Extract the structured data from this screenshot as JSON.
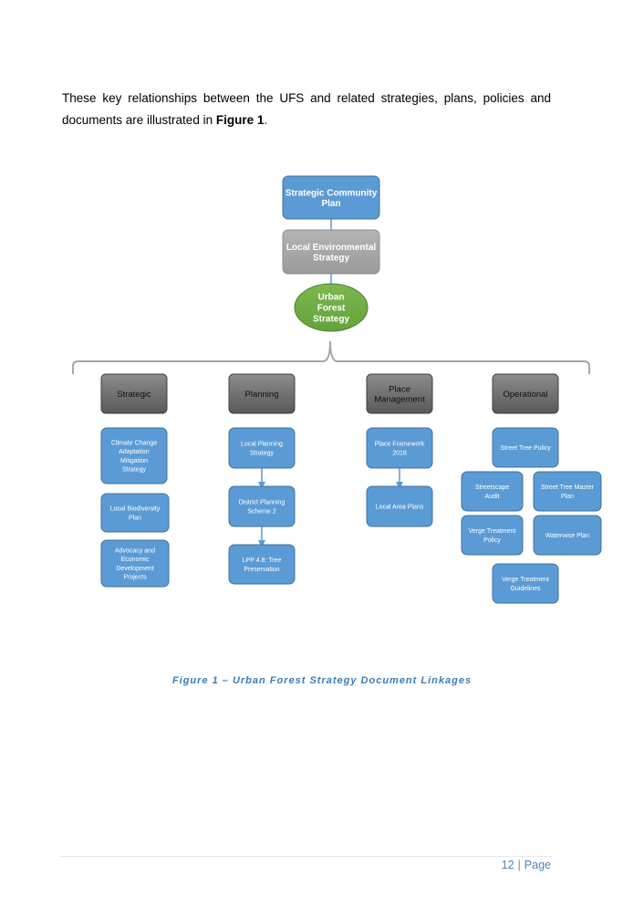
{
  "intro": {
    "text_before": "These key relationships between the UFS and related strategies, plans, policies and documents are illustrated in ",
    "figure_ref": "Figure 1",
    "text_after": "."
  },
  "diagram": {
    "top": {
      "community_plan": [
        "Strategic Community",
        "Plan"
      ],
      "environmental_strategy": [
        "Local Environmental",
        "Strategy"
      ],
      "urban_forest_strategy": [
        "Urban",
        "Forest",
        "Strategy"
      ]
    },
    "categories": {
      "strategic": [
        "Strategic"
      ],
      "planning": [
        "Planning"
      ],
      "place_management": [
        "Place",
        "Management"
      ],
      "operational": [
        "Operational"
      ]
    },
    "items": {
      "climate_change": [
        "Climate  Change",
        "Adaptation",
        "Mitigation",
        "Strategy"
      ],
      "local_biodiversity": [
        "Local Biodiversity",
        "Plan"
      ],
      "advocacy": [
        "Advocacy and",
        "Economic",
        "Development",
        "Projects"
      ],
      "local_planning_strategy": [
        "Local Planning",
        "Strategy"
      ],
      "district_planning_scheme": [
        "District Planning",
        "Scheme  2"
      ],
      "lpp_tree_preservation": [
        "LPP  4.8: Tree",
        "Preservation"
      ],
      "place_framework": [
        "Place  Framework",
        "2018"
      ],
      "local_area_plans": [
        "Local Area Plans"
      ],
      "street_tree_policy": [
        "Street Tree Policy"
      ],
      "streetscape_audit": [
        "Streetscape",
        "Audit"
      ],
      "street_tree_master_plan": [
        "Street Tree Master",
        "Plan"
      ],
      "verge_treatment_policy": [
        "Verge Treatment",
        "Policy"
      ],
      "waterwise_plan": [
        "Waterwise Plan"
      ],
      "verge_treatment_guidelines": [
        "Verge Treatment",
        "Guidelines"
      ]
    }
  },
  "caption": "Figure 1 – Urban Forest Strategy Document Linkages",
  "footer": {
    "page_number": "12",
    "separator": "|",
    "page_label": "Page"
  },
  "colors": {
    "blue_box": "#5b9bd5",
    "blue_border": "#41719c",
    "grey_box": "#a6a6a6",
    "dark_grey_box": "#6e6e6e",
    "green_ellipse": "#70ad47",
    "caption": "#3c7cb8"
  }
}
